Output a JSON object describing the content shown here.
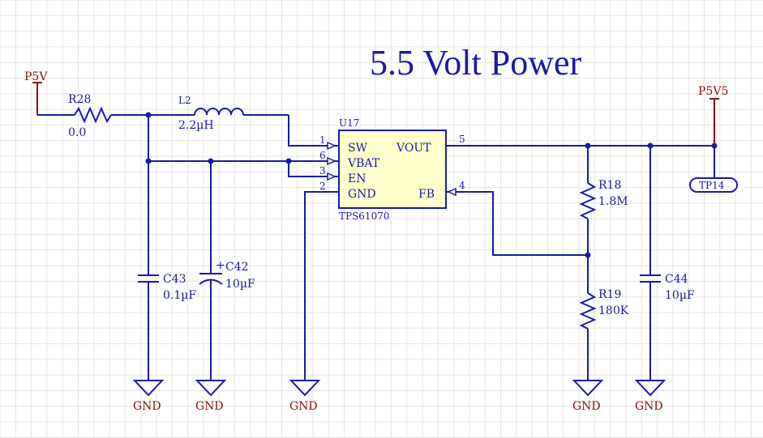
{
  "title": "5.5 Volt Power",
  "power_ports": {
    "in": "P5V",
    "out": "P5V5"
  },
  "gnd_label": "GND",
  "r28": {
    "ref": "R28",
    "value": "0.0"
  },
  "l2": {
    "ref": "L2",
    "value": "2.2µH"
  },
  "c43": {
    "ref": "C43",
    "value": "0.1µF"
  },
  "c42": {
    "ref": "C42",
    "value": "10µF"
  },
  "c44": {
    "ref": "C44",
    "value": "10µF"
  },
  "r18": {
    "ref": "R18",
    "value": "1.8M"
  },
  "r19": {
    "ref": "R19",
    "value": "180K"
  },
  "tp14": {
    "ref": "TP14"
  },
  "u17": {
    "ref": "U17",
    "part": "TPS61070",
    "pins": [
      {
        "num": "1",
        "name": "SW"
      },
      {
        "num": "6",
        "name": "VBAT"
      },
      {
        "num": "3",
        "name": "EN"
      },
      {
        "num": "2",
        "name": "GND"
      },
      {
        "num": "5",
        "name": "VOUT"
      },
      {
        "num": "4",
        "name": "FB"
      }
    ]
  },
  "colors": {
    "wire": "#1a1aa8",
    "power": "#8a1010",
    "ic_fill": "#ffffcc",
    "grid": "#e6e6e6"
  }
}
